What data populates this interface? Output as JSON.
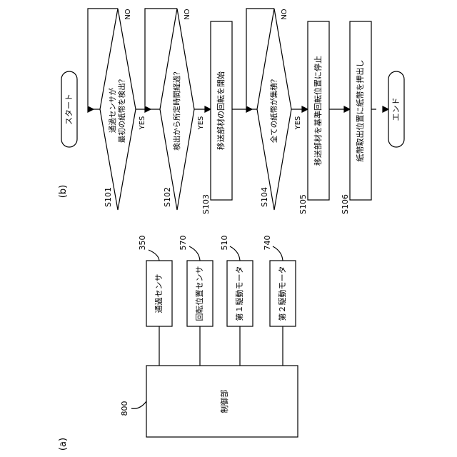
{
  "panel_a": {
    "label": "(a)",
    "controller": {
      "text": "制御部",
      "ref": "800"
    },
    "components": [
      {
        "text": "通過センサ",
        "ref": "350"
      },
      {
        "text": "回転位置センサ",
        "ref": "570"
      },
      {
        "text": "第１駆動モータ",
        "ref": "510"
      },
      {
        "text": "第２駆動モータ",
        "ref": "740"
      }
    ]
  },
  "panel_b": {
    "label": "(b)",
    "start": "スタート",
    "end": "エンド",
    "steps": [
      {
        "id": "S101",
        "text": "通過センサが最初の紙幣を検出？",
        "yes": "YES",
        "no": "NO"
      },
      {
        "id": "S102",
        "text": "検出から所定時間経過？",
        "yes": "YES",
        "no": "NO"
      },
      {
        "id": "S103",
        "text": "移送部材の回転を開始"
      },
      {
        "id": "S104",
        "text": "全ての紙幣が集積？",
        "yes": "YES",
        "no": "NO"
      },
      {
        "id": "S105",
        "text": "移送部材を基準回転位置に停止"
      },
      {
        "id": "S106",
        "text": "紙幣取出位置に紙幣を押出し"
      }
    ]
  }
}
